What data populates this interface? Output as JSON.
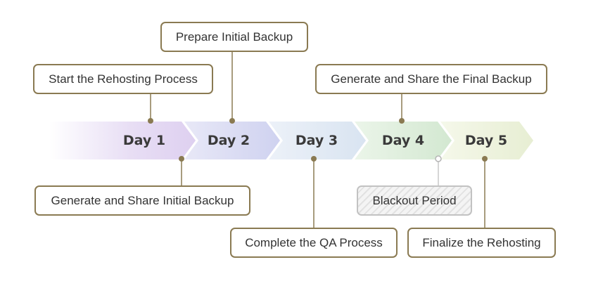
{
  "days": [
    {
      "label": "Day 1",
      "color": "#ded0f0"
    },
    {
      "label": "Day 2",
      "color": "#d6d8f1"
    },
    {
      "label": "Day 3",
      "color": "#dde8f3"
    },
    {
      "label": "Day 4",
      "color": "#d8ead6"
    },
    {
      "label": "Day 5",
      "color": "#eaf0d8"
    }
  ],
  "tasks": {
    "start_rehosting": "Start the Rehosting Process",
    "prepare_initial_backup": "Prepare Initial Backup",
    "generate_share_initial_backup": "Generate and Share Initial Backup",
    "complete_qa": "Complete the QA Process",
    "generate_share_final_backup": "Generate and Share the Final Backup",
    "blackout_period": "Blackout Period",
    "finalize_rehosting": "Finalize the Rehosting"
  },
  "colors": {
    "box_border": "#8a7a52",
    "connector": "#8a7a52",
    "blackout_border": "#c2c2c2"
  }
}
